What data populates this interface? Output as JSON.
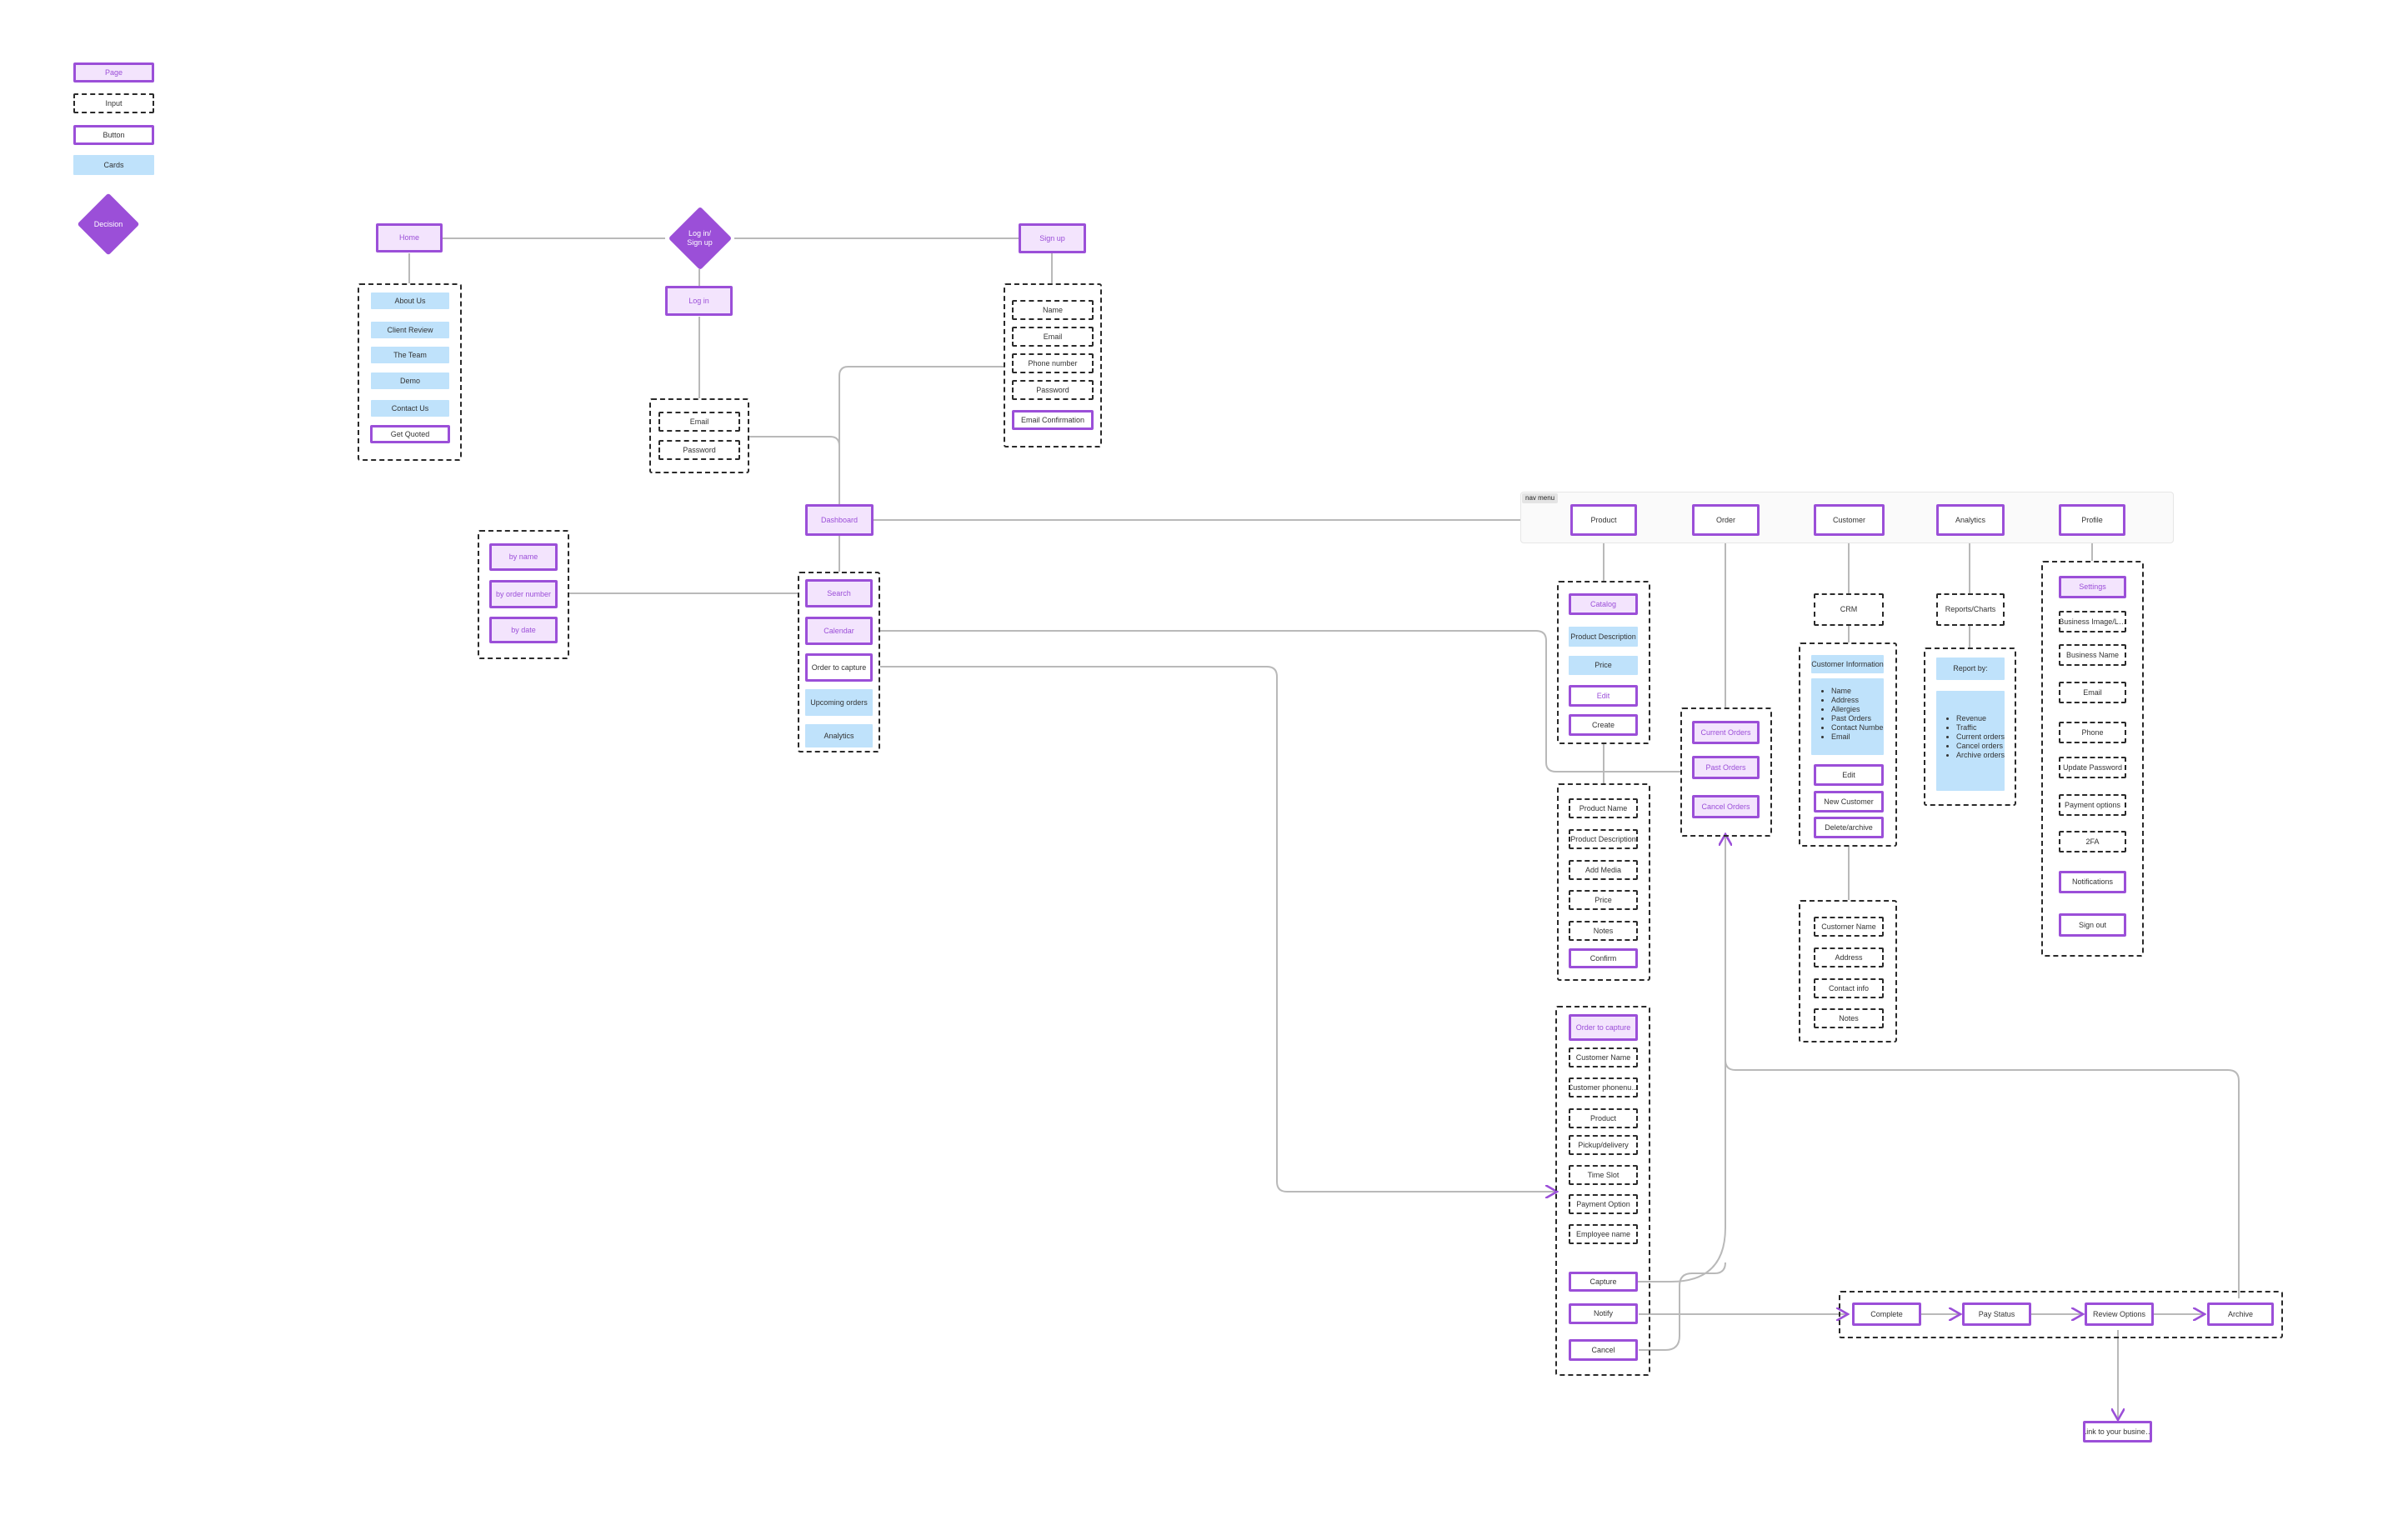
{
  "legend": {
    "page": "Page",
    "input": "Input",
    "button": "Button",
    "cards": "Cards",
    "decision": "Decision"
  },
  "nav": {
    "section_title": "nav menu"
  },
  "home": {
    "page": "Home",
    "sections": [
      "About Us",
      "Client Review",
      "The Team",
      "Demo",
      "Contact Us"
    ],
    "get_quoted": "Get Quoted"
  },
  "auth": {
    "decision": "Log in/\nSign up",
    "login_page": "Log in",
    "login_fields": [
      "Email",
      "Password"
    ],
    "signup_page": "Sign up",
    "signup_fields": [
      "Name",
      "Email",
      "Phone number",
      "Password"
    ],
    "email_confirmation": "Email Confirmation"
  },
  "dashboard": {
    "page": "Dashboard",
    "search": "Search",
    "calendar": "Calendar",
    "order_to_capture": "Order to capture",
    "cards": [
      "Upcoming orders",
      "Analytics"
    ],
    "search_filters": [
      "by name",
      "by order number",
      "by date"
    ]
  },
  "menu": {
    "product": "Product",
    "order": "Order",
    "customer": "Customer",
    "analytics": "Analytics",
    "profile": "Profile"
  },
  "product": {
    "catalog": "Catalog",
    "cards": [
      "Product Description",
      "Price"
    ],
    "edit": "Edit",
    "create": "Create",
    "form_fields": [
      "Product Name",
      "Product Description",
      "Add Media",
      "Price",
      "Notes"
    ],
    "confirm": "Confirm"
  },
  "order": {
    "current": "Current Orders",
    "past": "Past Orders",
    "cancel": "Cancel Orders"
  },
  "capture": {
    "page": "Order to capture",
    "fields": [
      "Customer Name",
      "Customer phonenu…",
      "Product",
      "Pickup/delivery",
      "Time Slot",
      "Payment Option",
      "Employee name"
    ],
    "capture": "Capture",
    "notify": "Notify",
    "cancel": "Cancel"
  },
  "customer": {
    "crm": "CRM",
    "info_title": "Customer Information",
    "info_items": [
      "Name",
      "Address",
      "Allergies",
      "Past Orders",
      "Contact Number",
      "Email"
    ],
    "edit": "Edit",
    "new_customer": "New Customer",
    "delete": "Delete/archive",
    "new_fields": [
      "Customer Name",
      "Address",
      "Contact info",
      "Notes"
    ]
  },
  "analytics": {
    "reports": "Reports/Charts",
    "report_by": "Report by:",
    "report_items": [
      "Revenue",
      "Traffic",
      "Current orders",
      "Cancel orders",
      "Archive orders"
    ]
  },
  "profile": {
    "settings": "Settings",
    "fields": [
      "Business Image/L…",
      "Business Name",
      "Email",
      "Phone",
      "Update Password",
      "Payment options",
      "2FA"
    ],
    "notifications": "Notifications",
    "sign_out": "Sign out"
  },
  "flow": {
    "complete": "Complete",
    "pay_status": "Pay Status",
    "review_options": "Review Options",
    "archive": "Archive",
    "review_link": "Link to your busine…"
  },
  "colors": {
    "purple": "#9b4fd8",
    "lavender": "#f3e4fd",
    "card_blue": "#bfe2fb",
    "dashed": "#2a2a2a",
    "line": "#b9b9b9"
  }
}
